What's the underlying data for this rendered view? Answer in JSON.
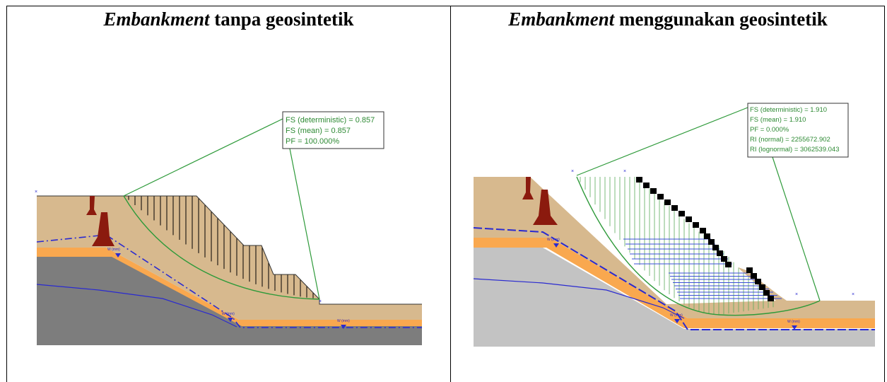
{
  "panels": {
    "left": {
      "title_emph": "Embankment",
      "title_rest": " tanpa geosintetik",
      "results": [
        "FS (deterministic) = 0.857",
        "FS (mean) = 0.857",
        "PF = 100.000%"
      ]
    },
    "right": {
      "title_emph": "Embankment",
      "title_rest": " menggunakan geosintetik",
      "results": [
        "FS (deterministic) = 1.910",
        "FS (mean) = 1.910",
        "PF = 0.000%",
        "RI (normal) = 2255672.902",
        "RI (lognormal) = 3062539.043"
      ]
    }
  },
  "water_table_label": "W (mm)",
  "colors": {
    "embankment_fill": "#d7b98e",
    "sand_layer": "#f9a84f",
    "dark_soil": "#7d7d7d",
    "light_soil": "#c3c3c3",
    "slip_surface": "#2e9a3a",
    "water_table": "#2a2ad0",
    "load_marker": "#8b1a0e",
    "geosynthetic": "#3a4fd8",
    "facing_block": "#000000"
  }
}
